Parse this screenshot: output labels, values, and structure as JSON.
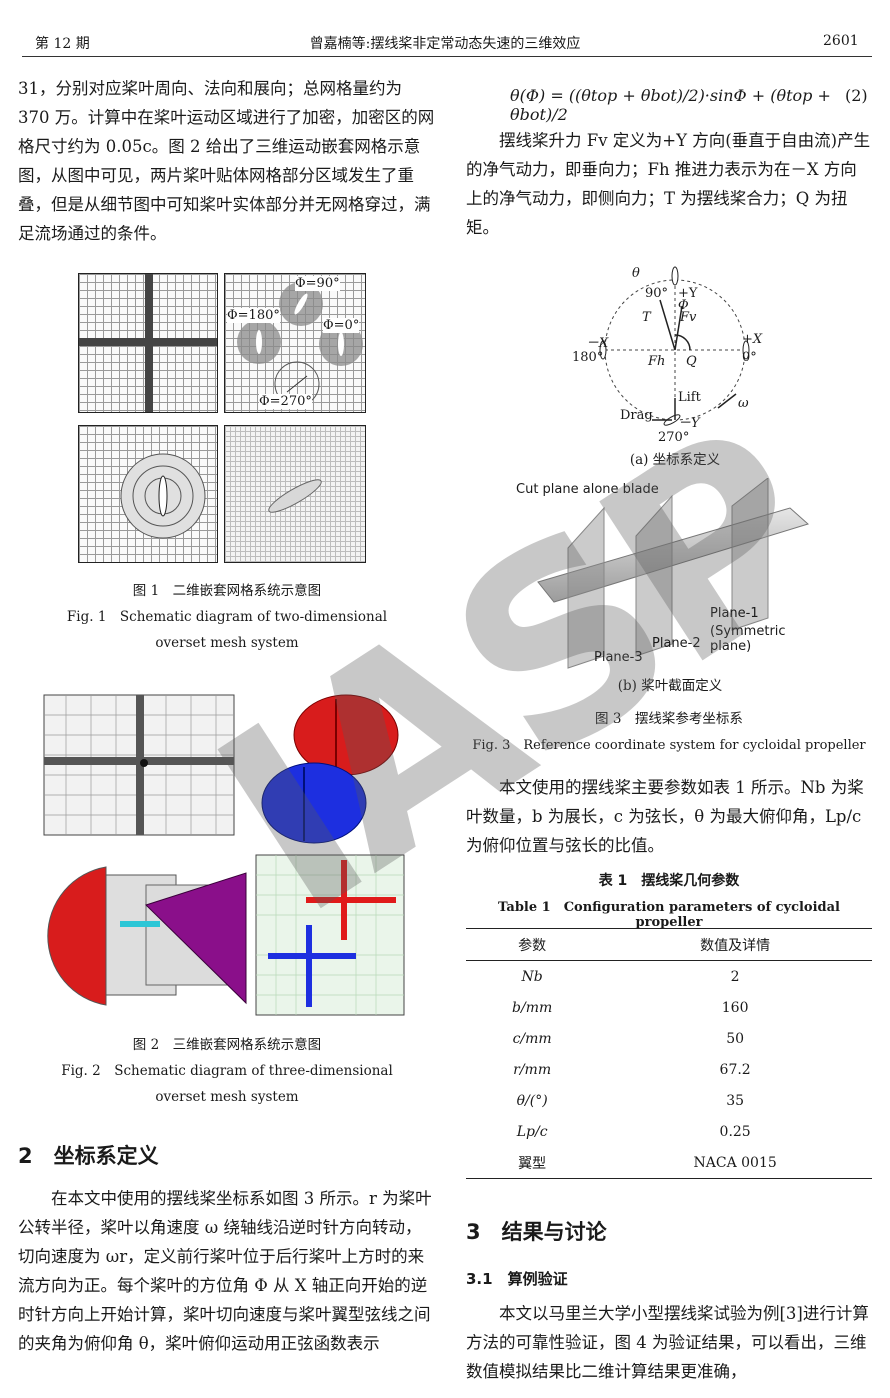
{
  "header": {
    "issue": "第 12 期",
    "title": "曾嘉楠等:摆线桨非定常动态失速的三维效应",
    "page": "2601"
  },
  "left_col": {
    "para1": "31，分别对应桨叶周向、法向和展向；总网格量约为 370 万。计算中在桨叶运动区域进行了加密，加密区的网格尺寸约为 0.05c。图 2 给出了三维运动嵌套网格示意图，从图中可见，两片桨叶贴体网格部分区域发生了重叠，但是从细节图中可知桨叶实体部分并无网格穿过，满足流场通过的条件。",
    "fig1": {
      "labels": [
        "Φ=90°",
        "Φ=180°",
        "Φ=0°",
        "Φ=270°"
      ],
      "caption_cn": "图 1　二维嵌套网格系统示意图",
      "caption_en_1": "Fig. 1　Schematic diagram of two-dimensional",
      "caption_en_2": "overset mesh system"
    },
    "fig2": {
      "caption_cn": "图 2　三维嵌套网格系统示意图",
      "caption_en_1": "Fig. 2　Schematic diagram of three-dimensional",
      "caption_en_2": "overset mesh system"
    },
    "section2_title": "2　坐标系定义",
    "para2": "在本文中使用的摆线桨坐标系如图 3 所示。r 为桨叶公转半径，桨叶以角速度 ω 绕轴线沿逆时针方向转动，切向速度为 ωr，定义前行桨叶位于后行桨叶上方时的来流方向为正。每个桨叶的方位角 Φ 从 X 轴正向开始的逆时针方向上开始计算，桨叶切向速度与桨叶翼型弦线之间的夹角为俯仰角 θ，桨叶俯仰运动用正弦函数表示"
  },
  "right_col": {
    "equation": "θ(Φ) = ((θtop + θbot)/2)·sinΦ + (θtop + θbot)/2",
    "eq_number": "(2)",
    "para1": "摆线桨升力 Fv 定义为+Y 方向(垂直于自由流)产生的净气动力，即垂向力；Fh 推进力表示为在－X 方向上的净气动力，即侧向力；T 为摆线桨合力；Q 为扭矩。",
    "fig3": {
      "a_labels": {
        "theta": "θ",
        "phi": "Φ",
        "deg90": "90°",
        "plusY": "+Y",
        "T": "T",
        "Fv": "Fv",
        "minusX": "－X",
        "deg180": "180°",
        "plusX": "+X",
        "deg0": "0°",
        "Fh": "Fh",
        "Q": "Q",
        "lift": "Lift",
        "drag": "Drag",
        "minusY": "－Y",
        "omega": "ω",
        "deg270": "270°"
      },
      "a_caption": "(a) 坐标系定义",
      "b_labels": {
        "cut": "Cut plane alone blade",
        "plane1": "Plane-1",
        "sym": "(Symmetric plane)",
        "plane2": "Plane-2",
        "plane3": "Plane-3"
      },
      "b_caption": "(b) 桨叶截面定义",
      "caption_cn": "图 3　摆线桨参考坐标系",
      "caption_en": "Fig. 3　Reference coordinate system for cycloidal propeller"
    },
    "para2": "本文使用的摆线桨主要参数如表 1 所示。Nb 为桨叶数量，b 为展长，c 为弦长，θ 为最大俯仰角，Lp/c 为俯仰位置与弦长的比值。",
    "table": {
      "title_cn": "表 1　摆线桨几何参数",
      "title_en": "Table 1　Configuration parameters of cycloidal propeller",
      "headers": [
        "参数",
        "数值及详情"
      ],
      "rows": [
        [
          "Nb",
          "2"
        ],
        [
          "b/mm",
          "160"
        ],
        [
          "c/mm",
          "50"
        ],
        [
          "r/mm",
          "67.2"
        ],
        [
          "θ/(°)",
          "35"
        ],
        [
          "Lp/c",
          "0.25"
        ],
        [
          "翼型",
          "NACA 0015"
        ]
      ]
    },
    "section3_title": "3　结果与讨论",
    "section31_title": "3.1　算例验证",
    "para3": "本文以马里兰大学小型摆线桨试验为例[3]进行计算方法的可靠性验证，图 4 为验证结果，可以看出，三维数值模拟结果比二维计算结果更准确，"
  },
  "watermark": "IASP"
}
